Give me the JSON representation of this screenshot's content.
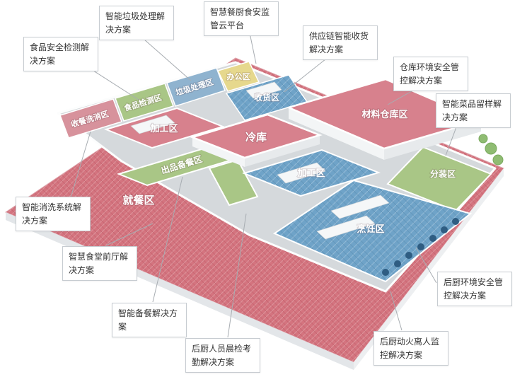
{
  "diagram": {
    "zones": [
      {
        "id": "dishwash",
        "label": "收餐洗消区"
      },
      {
        "id": "foodtest",
        "label": "食品检测区"
      },
      {
        "id": "garbage",
        "label": "垃圾处理区"
      },
      {
        "id": "office",
        "label": "办公区"
      },
      {
        "id": "receiving",
        "label": "收货区"
      },
      {
        "id": "processing1",
        "label": "加工区"
      },
      {
        "id": "warehouse",
        "label": "材料仓库区"
      },
      {
        "id": "coldstore",
        "label": "冷库"
      },
      {
        "id": "processing2",
        "label": "加工区"
      },
      {
        "id": "servingprep",
        "label": "出品备餐区"
      },
      {
        "id": "dining",
        "label": "就餐区"
      },
      {
        "id": "packing",
        "label": "分装区"
      },
      {
        "id": "cooking",
        "label": "烹饪区"
      }
    ],
    "callouts": [
      {
        "id": "smart-garbage",
        "text": "智能垃圾处理解决方案"
      },
      {
        "id": "cloud-platform",
        "text": "智慧餐厨食安监管云平台"
      },
      {
        "id": "supply-chain-receive",
        "text": "供应链智能收货解决方案"
      },
      {
        "id": "food-safety-test",
        "text": "食品安全检测解决方案"
      },
      {
        "id": "warehouse-env-safety",
        "text": "仓库环境安全管控解决方案"
      },
      {
        "id": "dish-sample",
        "text": "智能菜品留样解决方案"
      },
      {
        "id": "smart-washing",
        "text": "智能消洗系统解决方案"
      },
      {
        "id": "front-hall",
        "text": "智慧食堂前厅解决方案"
      },
      {
        "id": "meal-prep",
        "text": "智能备餐解决方案"
      },
      {
        "id": "morning-check",
        "text": "后厨人员晨检考勤解决方案"
      },
      {
        "id": "kitchen-env-safety",
        "text": "后厨环境安全管控解决方案"
      },
      {
        "id": "fire-leave-monitor",
        "text": "后厨动火离人监控解决方案"
      }
    ],
    "colors": {
      "base_pink": "#d4747f",
      "block_pink": "#d7818d",
      "strip_pink": "#d7929c",
      "zone_blue": "#6fa3c8",
      "strip_blue": "#8fb3cf",
      "zone_green": "#a9c686",
      "zone_yellow": "#e6d88d"
    }
  }
}
